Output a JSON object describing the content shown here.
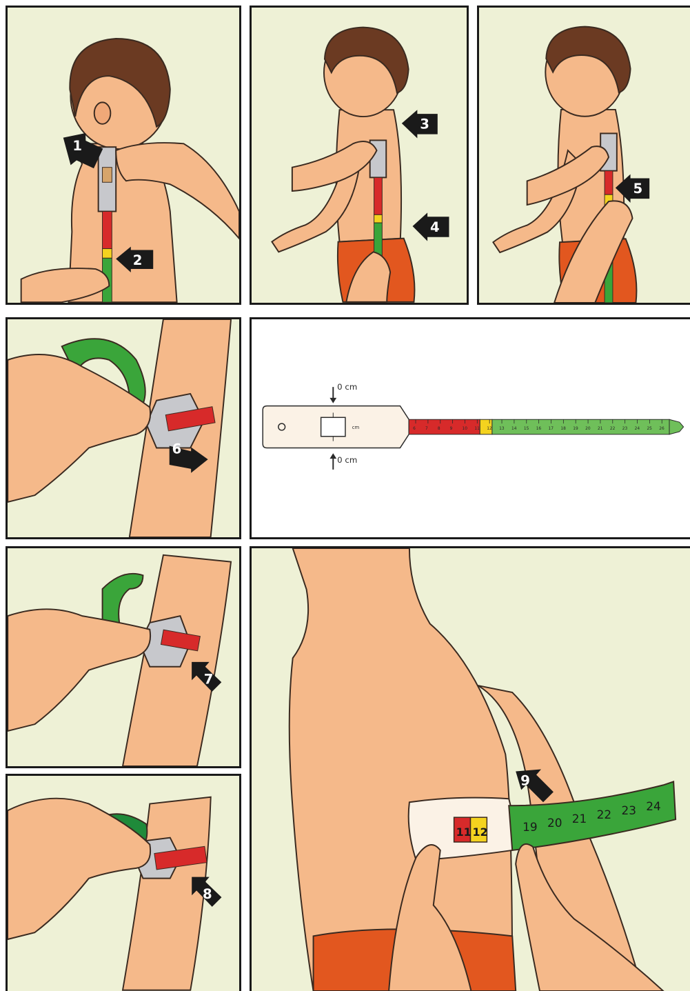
{
  "steps": {
    "s1": "1",
    "s2": "2",
    "s3": "3",
    "s4": "4",
    "s5": "5",
    "s6": "6",
    "s7": "7",
    "s8": "8",
    "s9": "9"
  },
  "tape_diagram": {
    "top_label": "0 cm",
    "bottom_label": "0 cm",
    "window_unit": "cm",
    "red_ticks": [
      "6",
      "7",
      "8",
      "9",
      "10",
      "11"
    ],
    "yellow_tick": "12",
    "green_ticks": [
      "13",
      "14",
      "15",
      "16",
      "17",
      "18",
      "19",
      "20",
      "21",
      "22",
      "23",
      "24",
      "25",
      "26"
    ]
  },
  "closeup": {
    "red_value": "11",
    "yellow_value": "12",
    "tape_numbers": [
      "19",
      "20",
      "21",
      "22",
      "23",
      "24"
    ]
  },
  "colors": {
    "panel_bg": "#eef1d6",
    "skin": "#f5b98a",
    "hair": "#6b3a22",
    "tape_red": "#d72a2a",
    "tape_yellow": "#f4d31f",
    "tape_green": "#3aa53a",
    "shorts": "#e2571f",
    "arrow": "#1a1a1a"
  }
}
